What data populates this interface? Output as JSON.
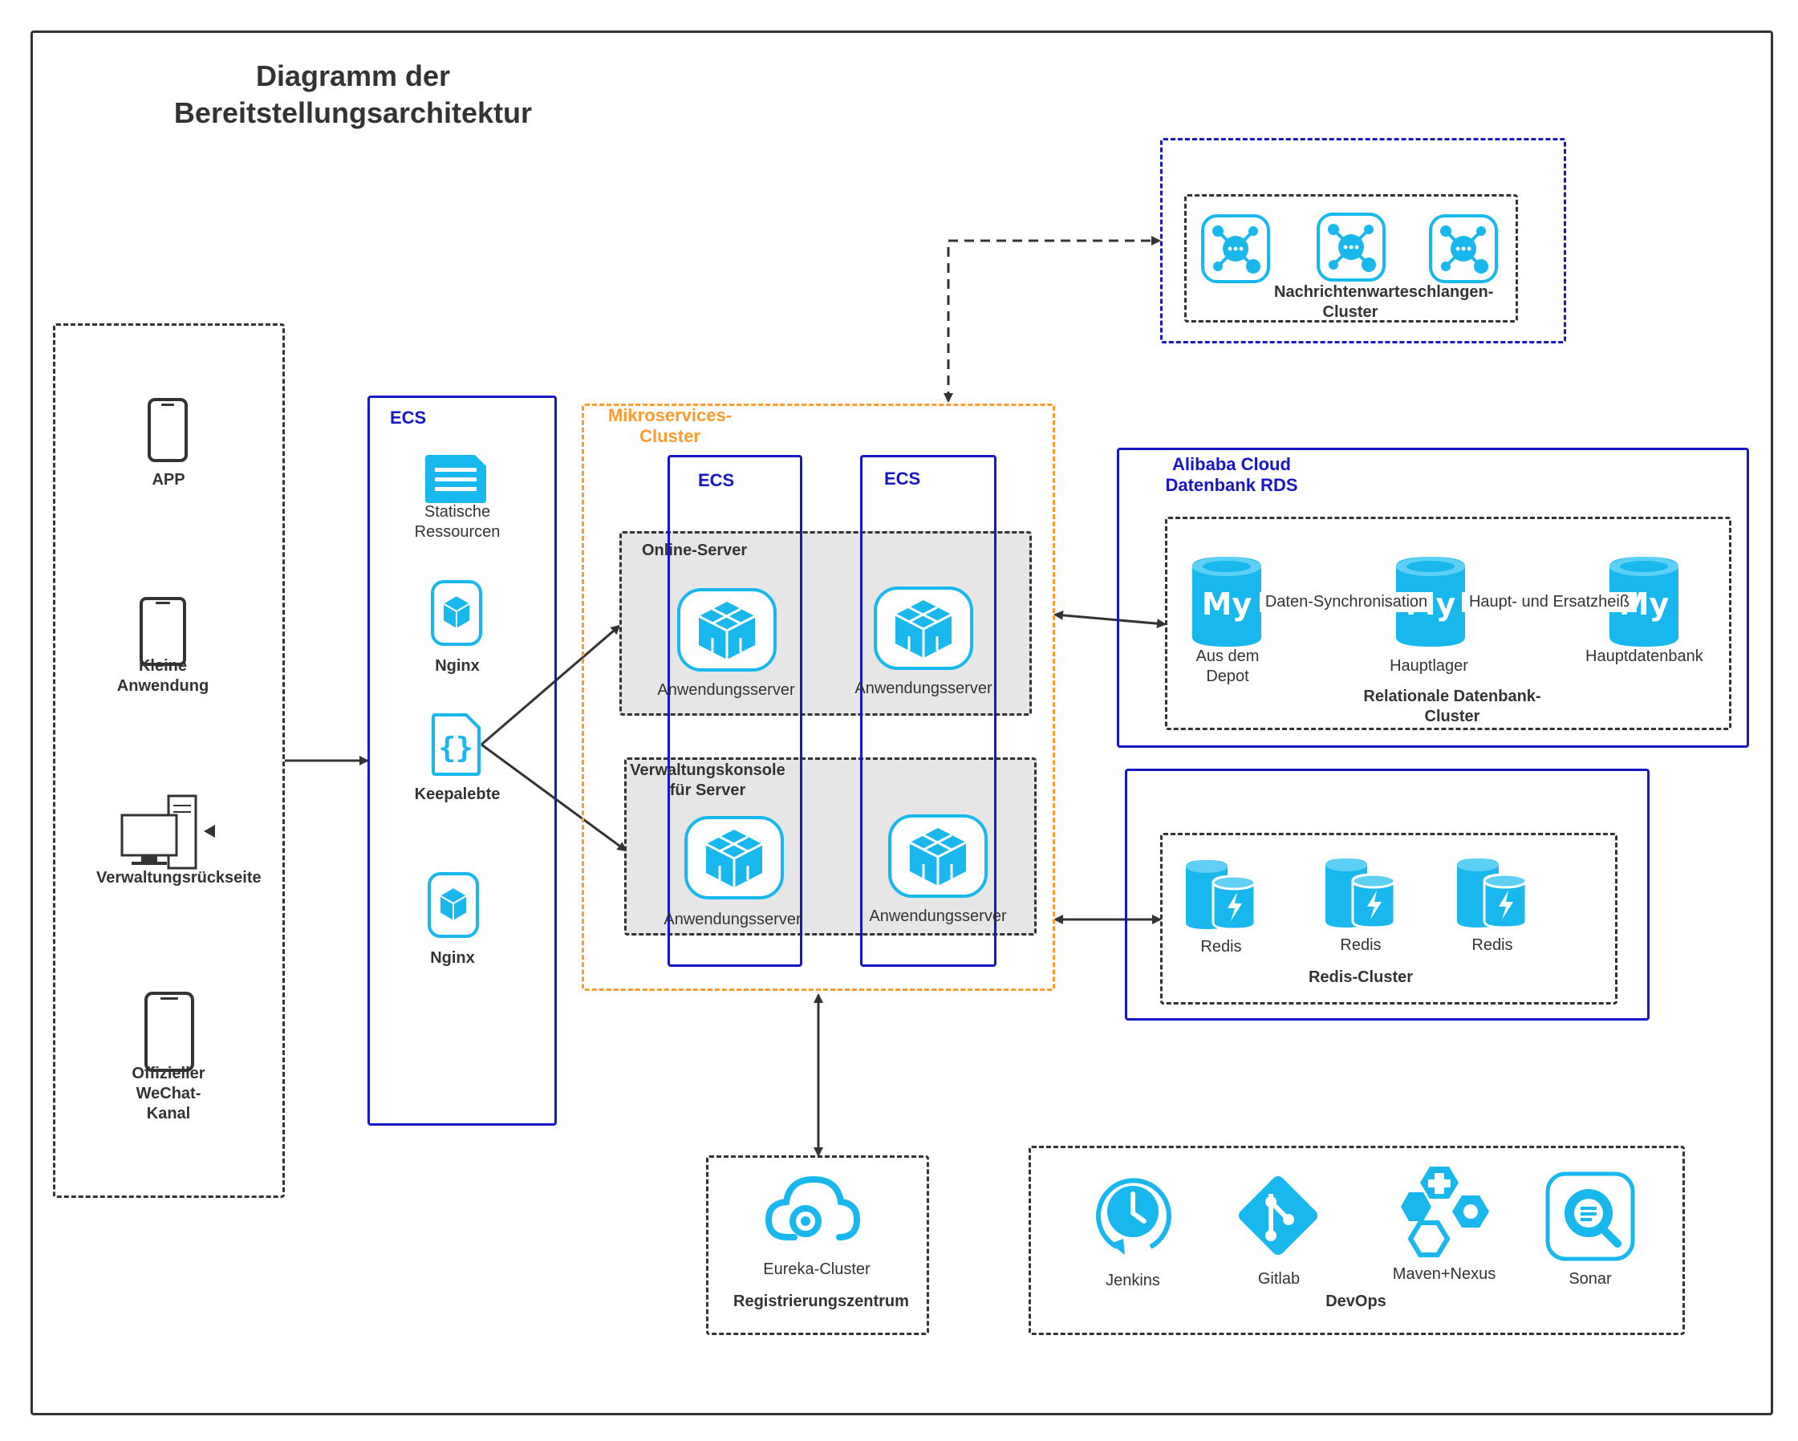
{
  "title": "Diagramm der Bereitstellungsarchitektur",
  "colors": {
    "accent_blue": "#1717c4",
    "cyan": "#18b8ee",
    "orange": "#ff9a2e",
    "grey_fill": "#e6e6e6",
    "stroke": "#333333"
  },
  "clients": {
    "app": "APP",
    "mini": "Kleine Anwendung",
    "admin": "Verwaltungsrückseite",
    "wechat": "Offizieller WeChat-Kanal"
  },
  "ecs_left": {
    "title": "ECS",
    "static": "Statische Ressourcen",
    "nginx1": "Nginx",
    "keepalive": "Keepalebte",
    "nginx2": "Nginx"
  },
  "micro": {
    "title": "Mikroservices-Cluster",
    "ecs1": "ECS",
    "ecs2": "ECS",
    "online": "Online-Server",
    "admin_console": "Verwaltungskonsole für Server",
    "app1": "Anwendungsserver",
    "app2": "Anwendungsserver",
    "app3": "Anwendungsserver",
    "app4": "Anwendungsserver"
  },
  "mq": {
    "cluster": "Nachrichtenwarteschlangen-Cluster"
  },
  "rds": {
    "title": "Alibaba Cloud Datenbank RDS",
    "slave": "Aus dem Depot",
    "master": "Hauptlager",
    "main_db": "Hauptdatenbank",
    "sync": "Daten-Synchronisation",
    "standby": "Haupt- und Ersatzheiß",
    "cluster": "Relationale Datenbank-Cluster"
  },
  "redis": {
    "r1": "Redis",
    "r2": "Redis",
    "r3": "Redis",
    "cluster": "Redis-Cluster"
  },
  "registry": {
    "eureka": "Eureka-Cluster",
    "title": "Registrierungszentrum"
  },
  "devops": {
    "jenkins": "Jenkins",
    "gitlab": "Gitlab",
    "maven": "Maven+Nexus",
    "sonar": "Sonar",
    "title": "DevOps"
  },
  "icons": [
    "phone-icon",
    "tablet-icon",
    "desktop-icon",
    "document-icon",
    "cube-icon",
    "code-braces-icon",
    "chat-nodes-icon",
    "mysql-icon",
    "redis-icon",
    "cloud-icon",
    "clock-icon",
    "git-icon",
    "hexagon-plus-icon",
    "search-list-icon"
  ]
}
